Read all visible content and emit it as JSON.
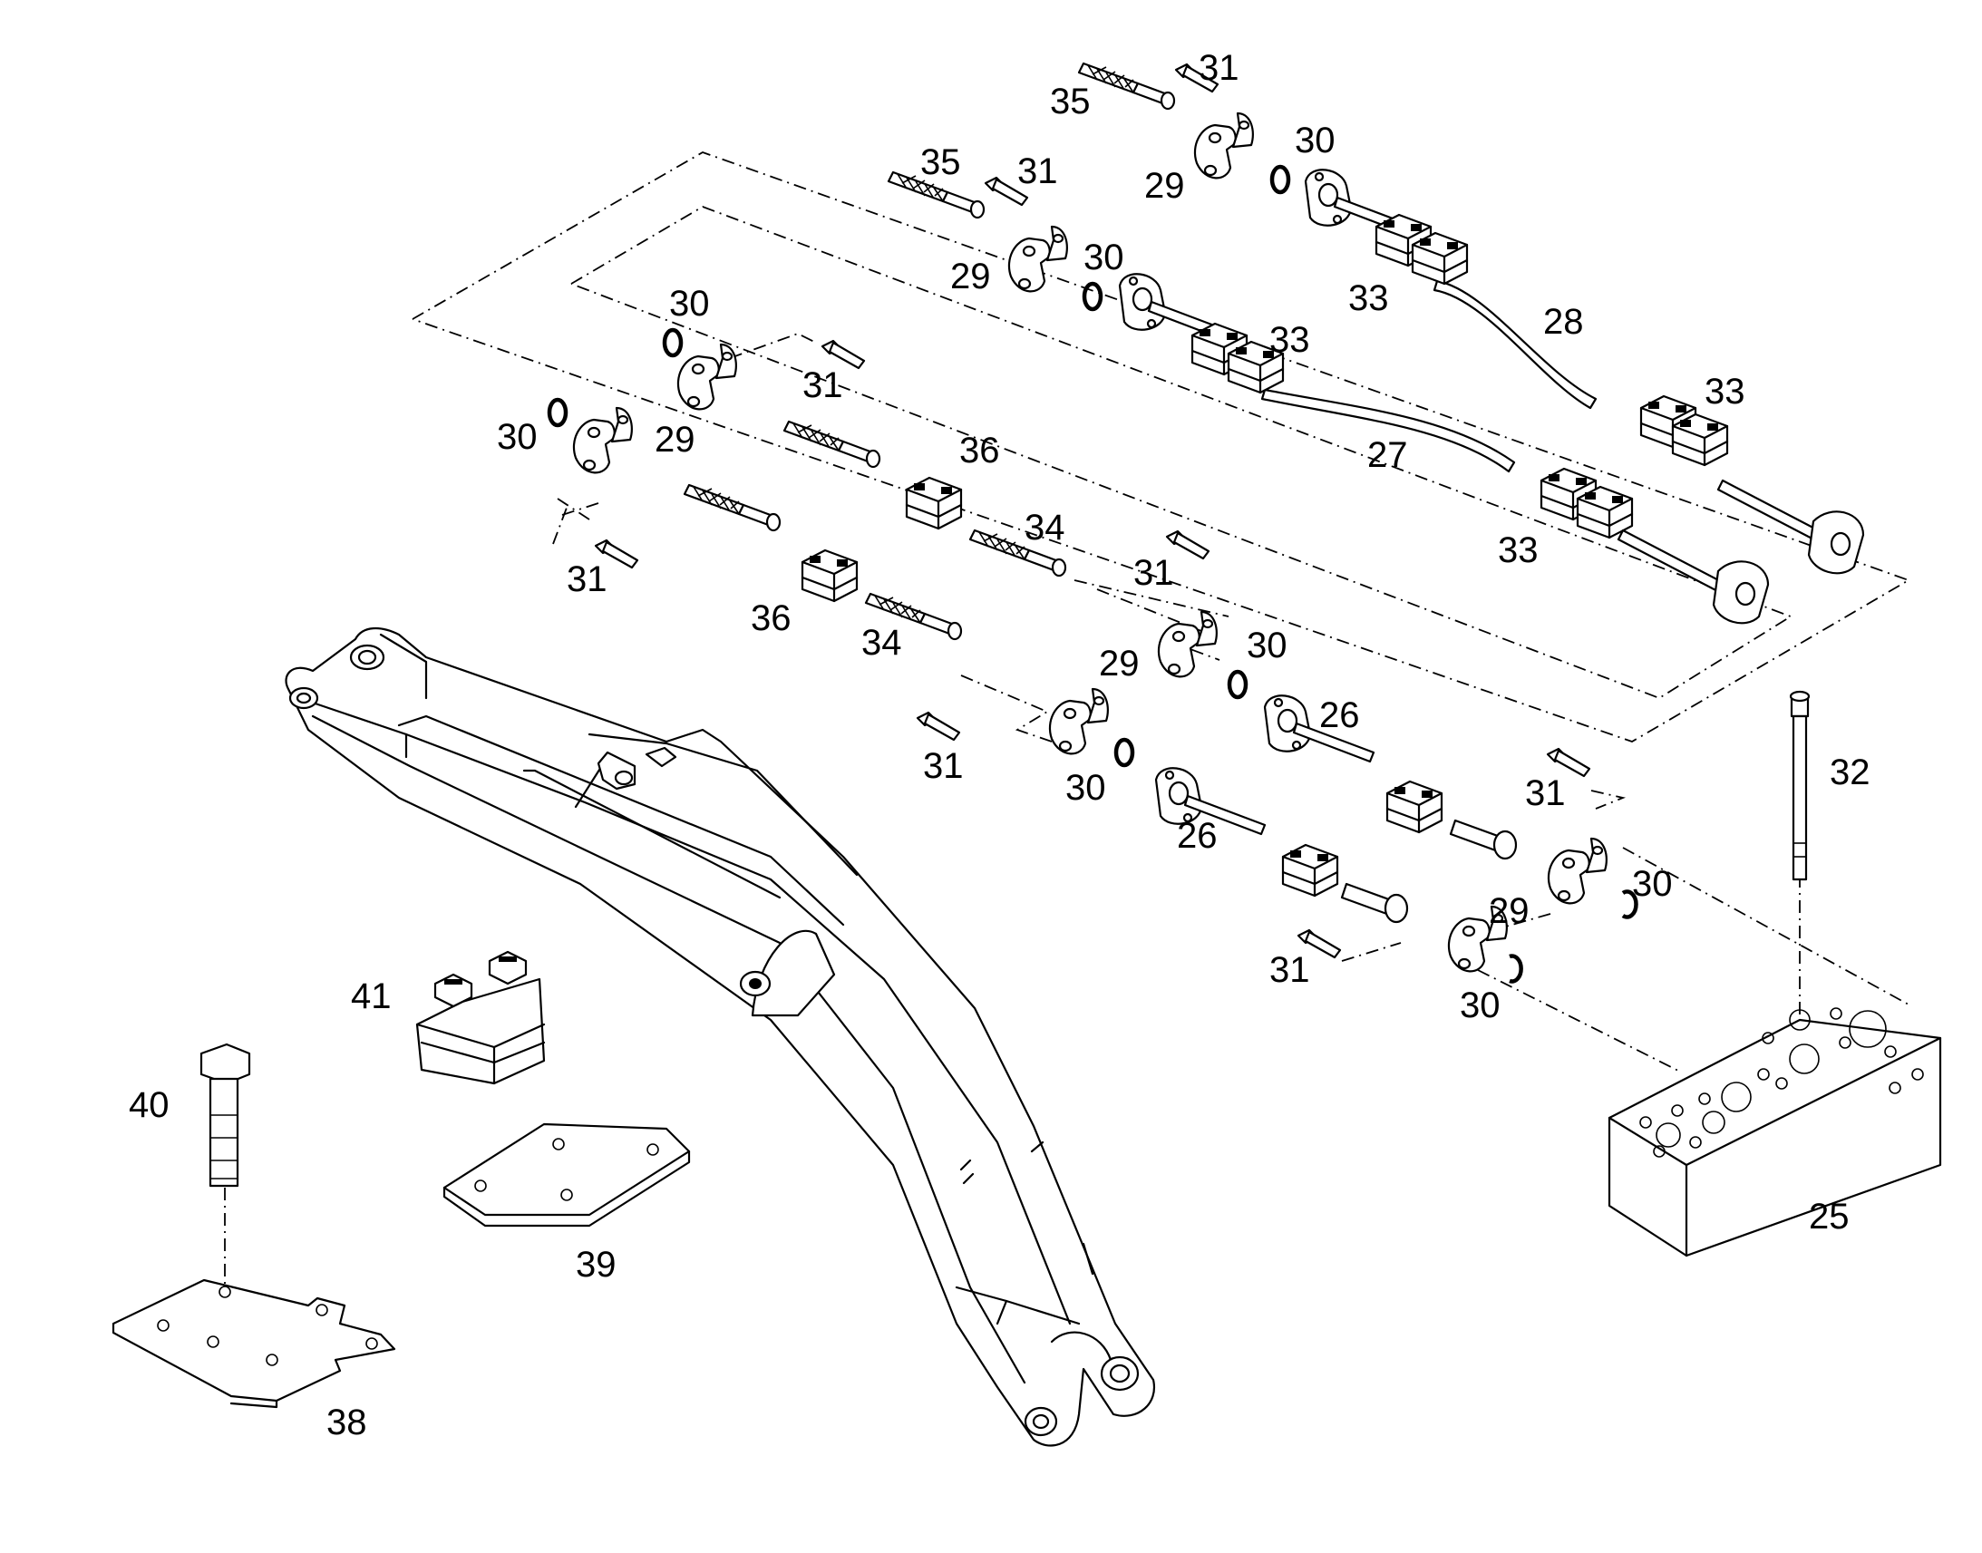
{
  "callouts": {
    "p25": "25",
    "p26a": "26",
    "p26b": "26",
    "p27": "27",
    "p28": "28",
    "p29a": "29",
    "p29b": "29",
    "p29c": "29",
    "p29d": "29",
    "p29e": "29",
    "p30a": "30",
    "p30b": "30",
    "p30c": "30",
    "p30d": "30",
    "p30e": "30",
    "p30f": "30",
    "p30g": "30",
    "p30h": "30",
    "p31a": "31",
    "p31b": "31",
    "p31c": "31",
    "p31d": "31",
    "p31e": "31",
    "p31f": "31",
    "p31g": "31",
    "p31h": "31",
    "p32": "32",
    "p33a": "33",
    "p33b": "33",
    "p33c": "33",
    "p33d": "33",
    "p34a": "34",
    "p34b": "34",
    "p35a": "35",
    "p35b": "35",
    "p36a": "36",
    "p36b": "36",
    "p38": "38",
    "p39": "39",
    "p40": "40",
    "p41": "41"
  }
}
